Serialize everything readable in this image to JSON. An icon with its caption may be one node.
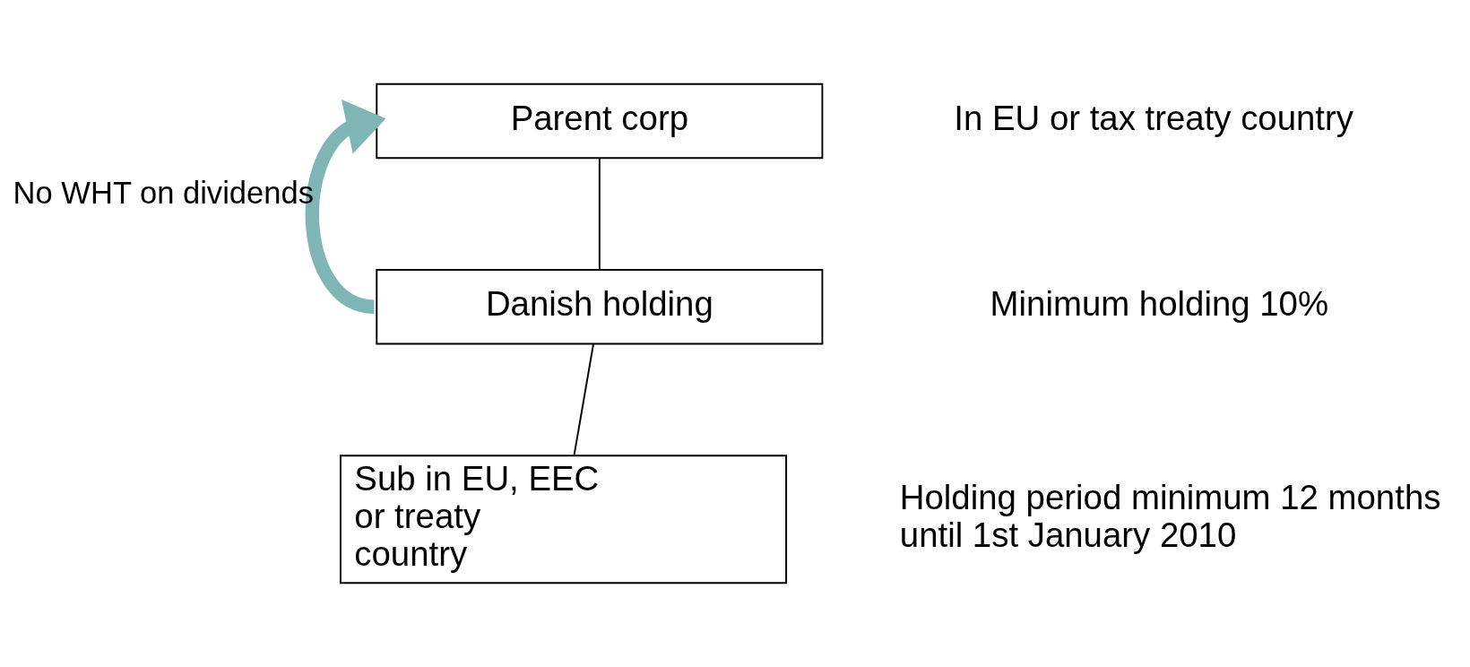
{
  "diagram": {
    "nodes": [
      {
        "text": [
          "Parent corp"
        ]
      },
      {
        "text": [
          "Danish holding"
        ]
      },
      {
        "text": [
          "Sub in EU, EEC or treaty country"
        ]
      }
    ],
    "edges": [
      {
        "from": 0,
        "to": 1,
        "arrow": "none"
      },
      {
        "from": 1,
        "to": 2,
        "arrow": "none"
      },
      {
        "from": 1,
        "to": 0,
        "arrow": "to",
        "label": "No WHT on dividends",
        "style": "thick",
        "color": "#7fb5b5"
      }
    ],
    "labels": [
      "In EU or tax treaty country",
      "Minimum holding 10%",
      "Holding period minimum 12 months until 1st January 2010"
    ]
  }
}
